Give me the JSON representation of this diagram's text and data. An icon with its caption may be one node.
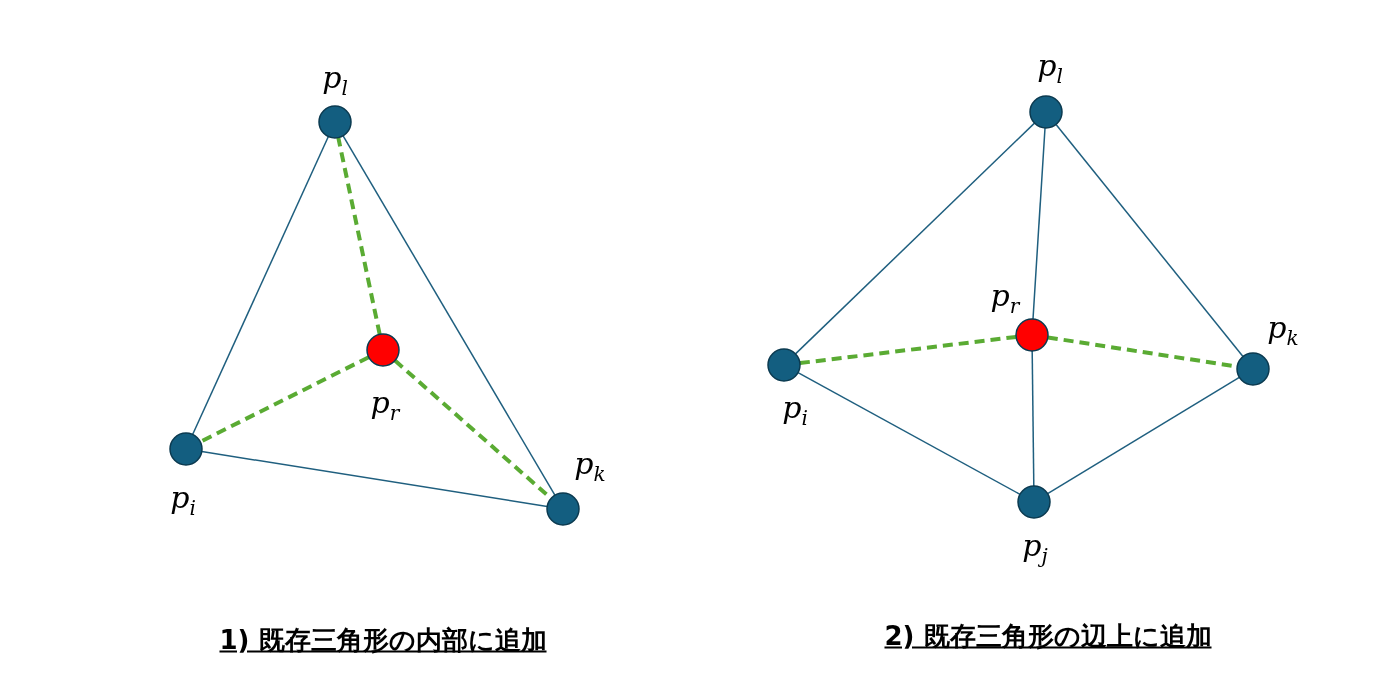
{
  "diagram": {
    "nodes": [
      {
        "text": [],
        "shape": "circle",
        "beside": [
          "p$_{l}$"
        ]
      },
      {
        "text": [],
        "shape": "circle",
        "beside": [
          "p$_{i}$"
        ]
      },
      {
        "text": [],
        "shape": "circle",
        "beside": [
          "p$_{k}$"
        ]
      },
      {
        "text": [],
        "shape": "circle",
        "beside": [
          "p$_{r}$"
        ]
      },
      {
        "text": [],
        "shape": "circle",
        "beside": [
          "p$_{l}$"
        ]
      },
      {
        "text": [],
        "shape": "circle",
        "beside": [
          "p$_{i}$"
        ]
      },
      {
        "text": [],
        "shape": "circle",
        "beside": [
          "p$_{r}$"
        ]
      },
      {
        "text": [],
        "shape": "circle",
        "beside": [
          "p$_{k}$"
        ]
      },
      {
        "text": [],
        "shape": "circle",
        "beside": [
          "p$_{j}$"
        ]
      }
    ],
    "edges": [
      {
        "from": 0,
        "to": 1,
        "arrow": "none"
      },
      {
        "from": 0,
        "to": 2,
        "arrow": "none"
      },
      {
        "from": 1,
        "to": 2,
        "arrow": "none"
      },
      {
        "from": 3,
        "to": 0,
        "arrow": "none",
        "style": "dashed",
        "color": "#5aab33"
      },
      {
        "from": 3,
        "to": 1,
        "arrow": "none",
        "style": "dashed",
        "color": "#5aab33"
      },
      {
        "from": 3,
        "to": 2,
        "arrow": "none",
        "style": "dashed",
        "color": "#5aab33"
      },
      {
        "from": 4,
        "to": 5,
        "arrow": "none"
      },
      {
        "from": 4,
        "to": 7,
        "arrow": "none"
      },
      {
        "from": 4,
        "to": 6,
        "arrow": "none"
      },
      {
        "from": 6,
        "to": 8,
        "arrow": "none"
      },
      {
        "from": 5,
        "to": 8,
        "arrow": "none"
      },
      {
        "from": 8,
        "to": 7,
        "arrow": "none"
      },
      {
        "from": 5,
        "to": 6,
        "arrow": "none",
        "style": "dashed",
        "color": "#5aab33"
      },
      {
        "from": 6,
        "to": 7,
        "arrow": "none",
        "style": "dashed",
        "color": "#5aab33"
      }
    ],
    "labels": [
      "1) 既存三角形の内部に追加",
      "2) 既存三角形の辺上に追加"
    ]
  }
}
